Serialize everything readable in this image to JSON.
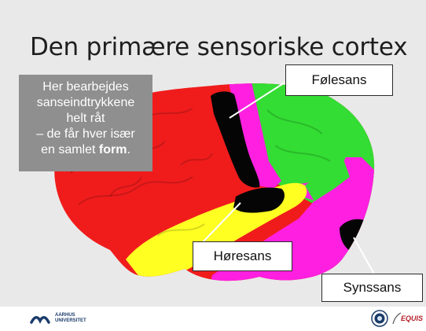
{
  "title": "Den primære sensoriske cortex",
  "note": {
    "line1": "Her bearbejdes",
    "line2": "sanseindtrykkene",
    "line3": "helt råt",
    "line4": "– de får hver især",
    "line5_prefix": "en samlet ",
    "line5_bold": "form",
    "line5_suffix": "."
  },
  "labels": {
    "touch": "Følesans",
    "hearing": "Høresans",
    "vision": "Synssans"
  },
  "footer": {
    "university_line1": "AARHUS",
    "university_line2": "UNIVERSITET",
    "equis": "EQUIS"
  },
  "colors": {
    "frontal": "#f01c1c",
    "parietal": "#33dd33",
    "somatosensory_band": "#ff1fe0",
    "temporal": "#ffff22",
    "occipital": "#ff1fe0",
    "primary_cortex": "#000000",
    "note_box": "#8f8f8f"
  }
}
